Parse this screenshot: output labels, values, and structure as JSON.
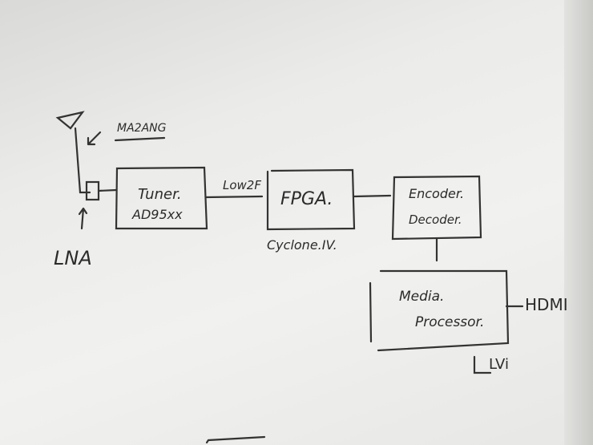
{
  "diagram": {
    "antenna_label": "MA2ANG",
    "lna_label": "LNA",
    "tuner": {
      "line1": "Tuner.",
      "line2": "AD95xx"
    },
    "link_label": "Low2F",
    "fpga": {
      "line1": "FPGA.",
      "sublabel": "Cyclone.IV."
    },
    "codec": {
      "line1": "Encoder.",
      "line2": "Decoder."
    },
    "media": {
      "line1": "Media.",
      "line2": "Processor."
    },
    "hdmi_label": "HDMI",
    "lvi_label": "LVi"
  }
}
